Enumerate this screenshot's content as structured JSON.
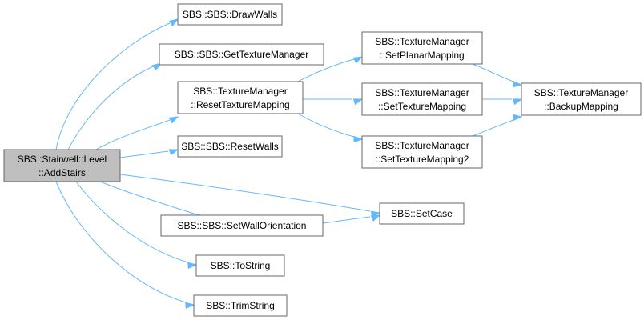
{
  "diagram": {
    "colors": {
      "edge": "#63b8ff",
      "root_fill": "#bfbfbf",
      "node_fill": "#ffffff",
      "node_border": "#666666"
    },
    "nodes": {
      "addstairs": {
        "lines": [
          "SBS::Stairwell::Level",
          "::AddStairs"
        ]
      },
      "drawwalls": {
        "lines": [
          "SBS::SBS::DrawWalls"
        ]
      },
      "gettexturemanager": {
        "lines": [
          "SBS::SBS::GetTextureManager"
        ]
      },
      "resettexturemapping": {
        "lines": [
          "SBS::TextureManager",
          "::ResetTextureMapping"
        ]
      },
      "resetwalls": {
        "lines": [
          "SBS::SBS::ResetWalls"
        ]
      },
      "setwallorientation": {
        "lines": [
          "SBS::SBS::SetWallOrientation"
        ]
      },
      "tostring": {
        "lines": [
          "SBS::ToString"
        ]
      },
      "trimstring": {
        "lines": [
          "SBS::TrimString"
        ]
      },
      "setplanarmapping": {
        "lines": [
          "SBS::TextureManager",
          "::SetPlanarMapping"
        ]
      },
      "settexturemapping": {
        "lines": [
          "SBS::TextureManager",
          "::SetTextureMapping"
        ]
      },
      "settexturemapping2": {
        "lines": [
          "SBS::TextureManager",
          "::SetTextureMapping2"
        ]
      },
      "setcase": {
        "lines": [
          "SBS::SetCase"
        ]
      },
      "backupmapping": {
        "lines": [
          "SBS::TextureManager",
          "::BackupMapping"
        ]
      }
    },
    "edges": [
      {
        "from": "addstairs",
        "to": "drawwalls"
      },
      {
        "from": "addstairs",
        "to": "gettexturemanager"
      },
      {
        "from": "addstairs",
        "to": "resettexturemapping"
      },
      {
        "from": "addstairs",
        "to": "resetwalls"
      },
      {
        "from": "addstairs",
        "to": "setcase"
      },
      {
        "from": "addstairs",
        "to": "setwallorientation"
      },
      {
        "from": "addstairs",
        "to": "tostring"
      },
      {
        "from": "addstairs",
        "to": "trimstring"
      },
      {
        "from": "resettexturemapping",
        "to": "setplanarmapping"
      },
      {
        "from": "resettexturemapping",
        "to": "settexturemapping"
      },
      {
        "from": "resettexturemapping",
        "to": "settexturemapping2"
      },
      {
        "from": "setplanarmapping",
        "to": "backupmapping"
      },
      {
        "from": "settexturemapping",
        "to": "backupmapping"
      },
      {
        "from": "settexturemapping2",
        "to": "backupmapping"
      },
      {
        "from": "setwallorientation",
        "to": "setcase"
      }
    ]
  }
}
